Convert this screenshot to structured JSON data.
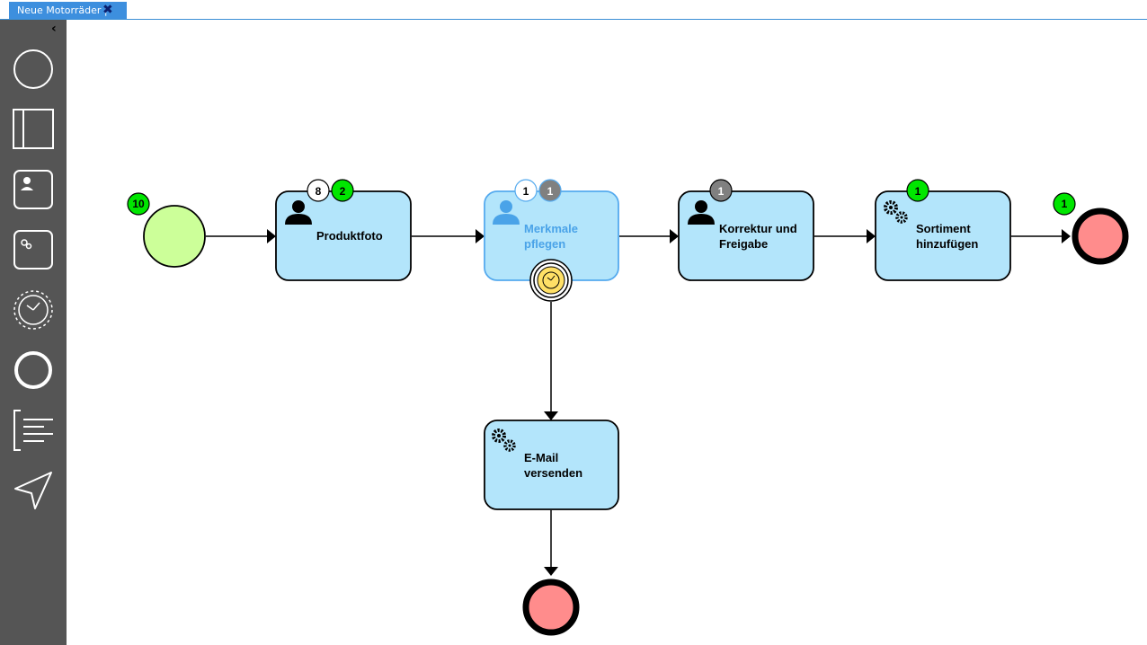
{
  "tab": {
    "title": "Neue Motorräder |",
    "close_icon": "close-icon"
  },
  "sidebar": {
    "collapse_icon": "chevron-left-icon",
    "tools": [
      "start-event-tool-icon",
      "pool-lane-tool-icon",
      "user-task-tool-icon",
      "service-task-tool-icon",
      "timer-event-tool-icon",
      "end-event-tool-icon",
      "annotation-tool-icon",
      "pointer-tool-icon"
    ]
  },
  "colors": {
    "tab_bg": "#3d8fde",
    "sidebar_bg": "#555555",
    "task_fill": "#b3e5fb",
    "start_fill": "#ccff99",
    "end_fill": "#ff8c8c",
    "badge_green": "#00e600",
    "badge_gray": "#808080",
    "timer_fill": "#ffe066",
    "selected_stroke": "#55aaee"
  },
  "diagram": {
    "start_event": {
      "count": "10"
    },
    "tasks": {
      "produktfoto": {
        "line1": "Produktfoto",
        "line2": "",
        "badges": [
          "8",
          "2"
        ]
      },
      "merkmale": {
        "line1": "Merkmale",
        "line2": "pflegen",
        "badges": [
          "1",
          "1"
        ]
      },
      "korrektur": {
        "line1": "Korrektur und",
        "line2": "Freigabe",
        "badges": [
          "1"
        ]
      },
      "sortiment": {
        "line1": "Sortiment",
        "line2": "hinzufügen",
        "badges": [
          "1"
        ]
      },
      "email": {
        "line1": "E-Mail",
        "line2": "versenden",
        "badges": []
      }
    },
    "end_event_main": {
      "count": "1"
    }
  }
}
